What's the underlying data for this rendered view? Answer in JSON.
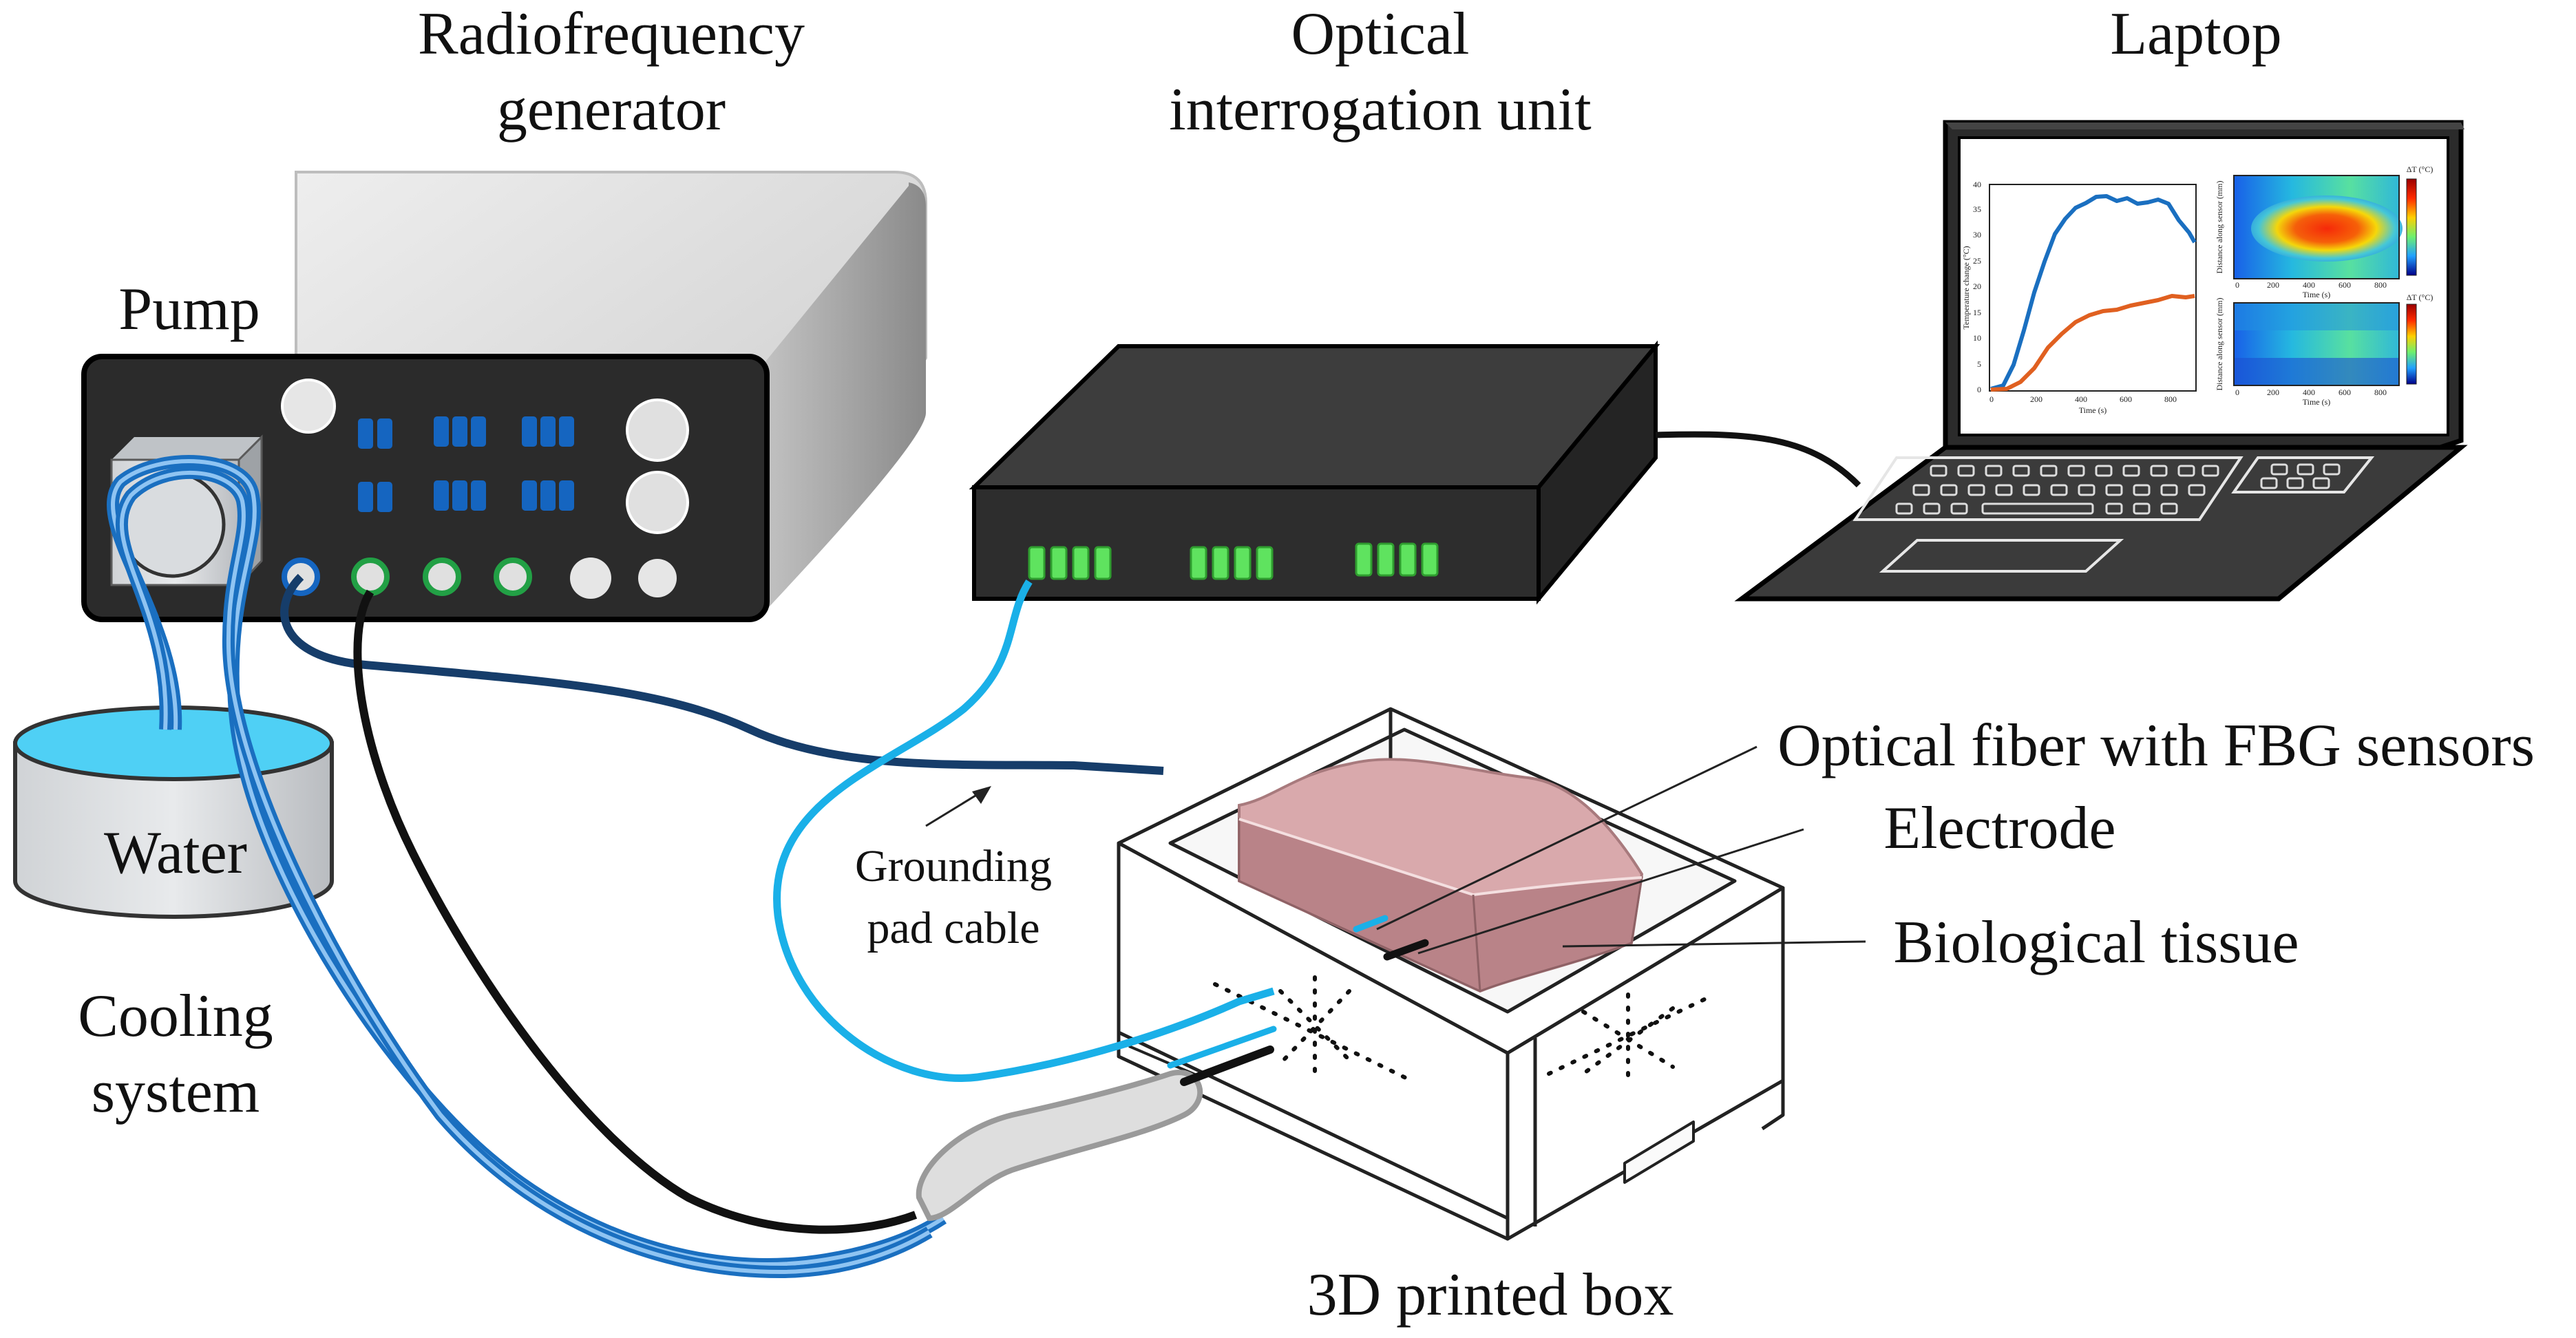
{
  "labels": {
    "rf_generator_line1": "Radiofrequency",
    "rf_generator_line2": "generator",
    "optical_unit_line1": "Optical",
    "optical_unit_line2": "interrogation unit",
    "laptop": "Laptop",
    "pump": "Pump",
    "water": "Water",
    "cooling_line1": "Cooling",
    "cooling_line2": "system",
    "grounding_line1": "Grounding",
    "grounding_line2": "pad cable",
    "fiber": "Optical fiber with FBG sensors",
    "electrode": "Electrode",
    "tissue": "Biological tissue",
    "box": "3D printed box"
  },
  "laptop_screen": {
    "line_plot": {
      "ylabel": "Temperature change (°C)",
      "xlabel": "Time (s)",
      "xticks": [
        "0",
        "200",
        "400",
        "600",
        "800"
      ],
      "yticks": [
        "0",
        "5",
        "10",
        "15",
        "20",
        "25",
        "30",
        "35",
        "40"
      ]
    },
    "heatmap_top": {
      "colorbar_label": "ΔT (°C)",
      "ylabel": "Distance along sensor (mm)",
      "xlabel": "Time (s)",
      "xticks": [
        "0",
        "200",
        "400",
        "600",
        "800"
      ]
    },
    "heatmap_bottom": {
      "colorbar_label": "ΔT (°C)",
      "ylabel": "Distance along sensor (mm)",
      "xlabel": "Time (s)",
      "xticks": [
        "0",
        "200",
        "400",
        "600",
        "800"
      ]
    }
  },
  "colors": {
    "device_body": "#2b2b2b",
    "led_green": "#5fe35f",
    "button_blue": "#1565c0",
    "fiber_cyan": "#1ab0e8",
    "cable_navy": "#163d6a",
    "tissue_pink": "#d9a9ac",
    "water_cyan": "#4fd0f5",
    "curve_blue": "#1a6fc0",
    "curve_orange": "#e06020"
  }
}
